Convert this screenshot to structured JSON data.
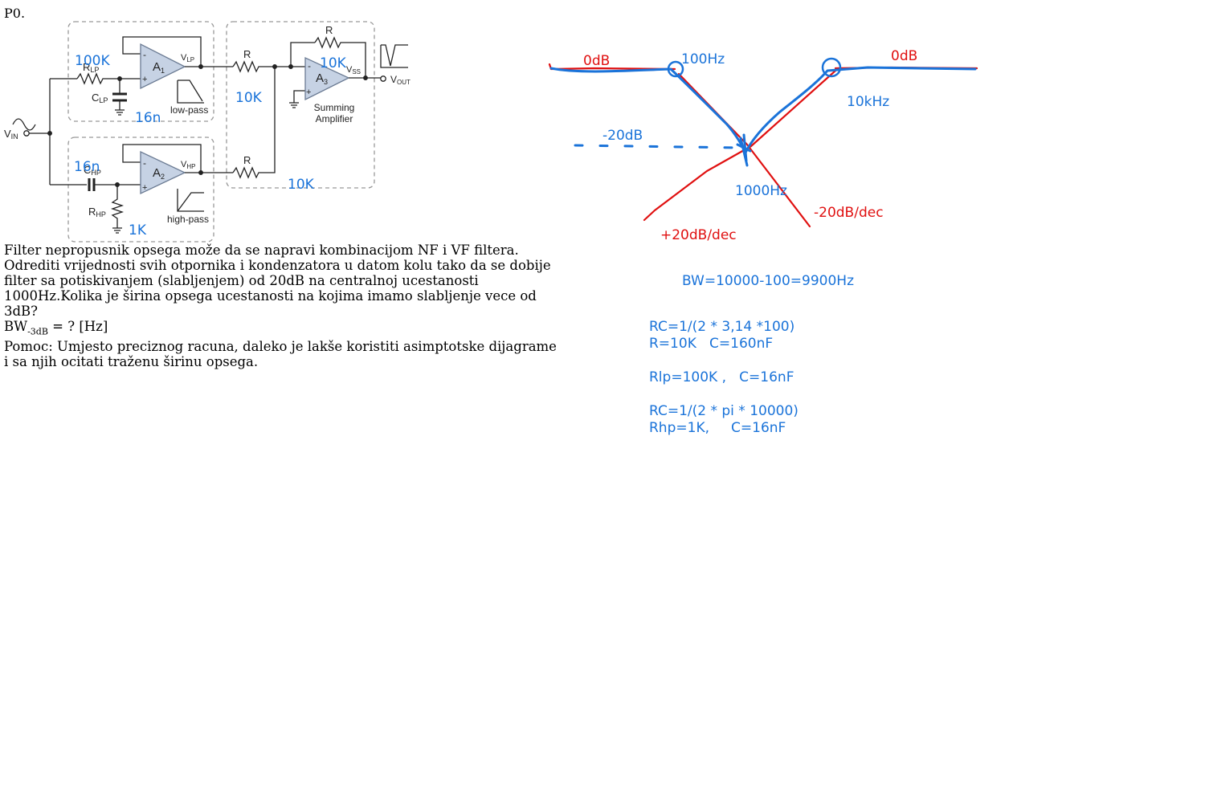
{
  "problem": {
    "number": "P0.",
    "line1": "Filter nepropusnik opsega može da se napravi kombinacijom NF i VF filtera.",
    "line2": "Odrediti vrijednosti svih otpornika i kondenzatora u datom kolu tako da se dobije filter sa potiskivanjem (slabljenjem) od 20dB na centralnoj ucestanosti 1000Hz.Kolika je širina opsega ucestanosti na kojima imamo slabljenje vece od 3dB?",
    "bw_prefix": "BW",
    "bw_sub": "-3dB",
    "bw_rest": " = ? [Hz]",
    "hint": "Pomoc: Umjesto preciznog racuna, daleko je lakše koristiti asimptotske dijagrame i sa njih ocitati traženu širinu opsega."
  },
  "circuit": {
    "vin": "V",
    "vin_sub": "IN",
    "rlp": "R",
    "rlp_sub": "LP",
    "clp": "C",
    "clp_sub": "LP",
    "a1": "A",
    "a1_sub": "1",
    "vlp": "V",
    "vlp_sub": "LP",
    "lowpass": "low-pass",
    "chp": "C",
    "chp_sub": "HP",
    "rhp": "R",
    "rhp_sub": "HP",
    "a2": "A",
    "a2_sub": "2",
    "vhp": "V",
    "vhp_sub": "HP",
    "highpass": "high-pass",
    "r_top": "R",
    "r_bottom": "R",
    "r_fb": "R",
    "a3": "A",
    "a3_sub": "3",
    "vss": "V",
    "vss_sub": "SS",
    "vout": "V",
    "vout_sub": "OUT",
    "summing1": "Summing",
    "summing2": "Amplifier",
    "minus": "-",
    "plus": "+"
  },
  "circuit_annotations": {
    "rlp_val": "100K",
    "clp_val": "16n",
    "r_top_val": "10K",
    "r_fb_val": "10K",
    "r_bottom_val": "10K",
    "chp_val": "16n",
    "rhp_val": "1K"
  },
  "sketch": {
    "left_0db": "0dB",
    "f_100": "100Hz",
    "right_0db": "0dB",
    "f_10k": "10kHz",
    "minus20": "-20dB",
    "f_1000": "1000Hz",
    "slope_down": "-20dB/dec",
    "slope_up": "+20dB/dec"
  },
  "notes": {
    "bw": "BW=10000-100=9900Hz",
    "rc1": "RC=1/(2 * 3,14 *100)",
    "rc1_values": "R=10K   C=160nF",
    "lp_values": "Rlp=100K ,   C=16nF",
    "rc2": "RC=1/(2 * pi * 10000)",
    "hp_values": "Rhp=1K,     C=16nF"
  },
  "colors": {
    "blue": "#1a73d9",
    "red": "#e01010",
    "opamp_fill": "#c6d2e4"
  }
}
